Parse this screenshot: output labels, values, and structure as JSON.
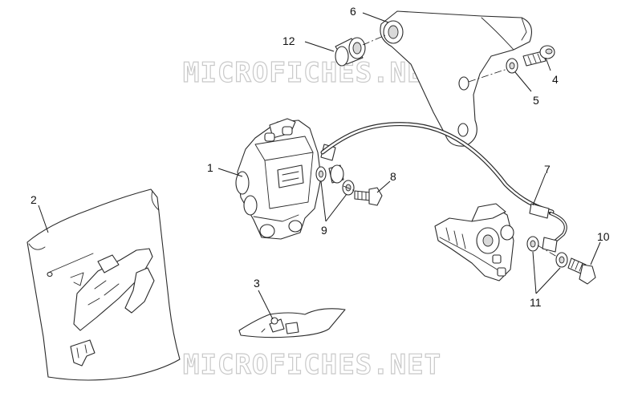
{
  "watermark": {
    "text": "MICROFICHES.NET"
  },
  "callouts": {
    "c1": "1",
    "c2": "2",
    "c3": "3",
    "c4": "4",
    "c5": "5",
    "c6": "6",
    "c7": "7",
    "c8": "8",
    "c9": "9",
    "c10": "10",
    "c11": "11",
    "c12": "12"
  },
  "colors": {
    "line": "#2a2a2a",
    "watermark": "#c9c9c9",
    "background": "#ffffff"
  }
}
